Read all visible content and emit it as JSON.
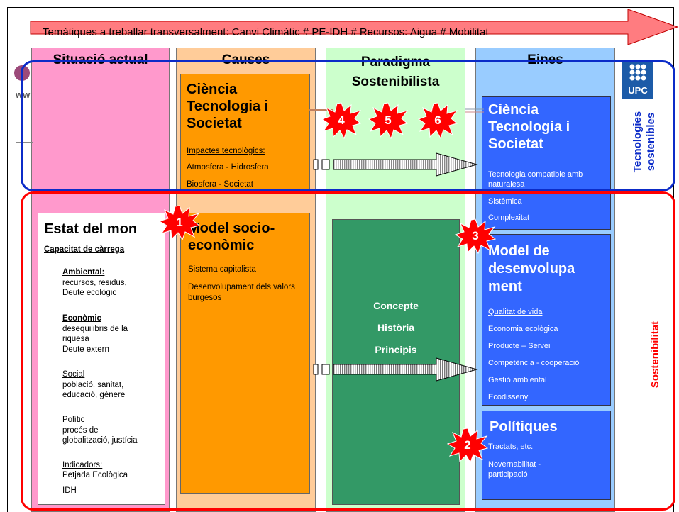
{
  "banner": "Temàtiques a treballar transversalment: Canvi Climàtic # PE-IDH # Recursos: Aigua # Mobilitat",
  "columns": {
    "situacio": "Situació actual",
    "causes": "Causes",
    "paradigma": [
      "Paradigma",
      "Sostenibilista"
    ],
    "eines": "Eines"
  },
  "logo": {
    "text": "UPC",
    "partial_text": "ww"
  },
  "side_labels": {
    "tecnologies": [
      "Tecnologies",
      "sostenibles"
    ],
    "sostenibilitat": "Sostenibilitat"
  },
  "causes_cts": {
    "title": [
      "Ciència",
      "Tecnologia i",
      "Societat"
    ],
    "subtitle": "Impactes tecnològics:",
    "items": [
      "Atmosfera - Hidrosfera",
      "Biosfera - Societat"
    ]
  },
  "causes_model": {
    "title": [
      "Model socio-",
      "econòmic"
    ],
    "items": [
      "Sistema capitalista",
      "Desenvolupament dels valors burgesos"
    ]
  },
  "estat": {
    "title": "Estat del mon",
    "capacitat": "Capacitat de càrrega",
    "groups": [
      {
        "head": "Ambiental:",
        "lines": [
          "recursos, residus,",
          "Deute ecològic"
        ],
        "bold": true
      },
      {
        "head": "Econòmic",
        "lines": [
          "desequilibris de la",
          "riquesa",
          "Deute extern"
        ],
        "bold": true
      },
      {
        "head": "Social",
        "lines": [
          "població, sanitat,",
          "educació, gènere"
        ],
        "bold": false
      },
      {
        "head": "Polític",
        "lines": [
          "procés de",
          "globalització, justícia"
        ],
        "bold": false
      },
      {
        "head": "Indicadors:",
        "lines": [
          "Petjada Ecològica",
          "IDH"
        ],
        "bold": false
      }
    ]
  },
  "paradigma_box": [
    "Concepte",
    "Història",
    "Principis"
  ],
  "eines_cts": {
    "title": [
      "Ciència",
      "Tecnologia i",
      "Societat"
    ],
    "items": [
      "Tecnologia compatible amb naturalesa",
      "Sistèmica",
      "Complexitat"
    ]
  },
  "eines_model": {
    "title": [
      "Model de",
      "desenvolupa",
      "ment"
    ],
    "subtitle": "Qualitat de vida",
    "items": [
      "Economia ecològica",
      "Producte – Servei",
      "Competència - cooperació",
      "Gestió ambiental",
      "Ecodisseny"
    ]
  },
  "eines_politiques": {
    "title": "Polítiques",
    "items": [
      "Tractats, etc.",
      "Novernabilitat - participació"
    ]
  },
  "bursts": [
    "1",
    "2",
    "3",
    "4",
    "5",
    "6"
  ],
  "colors": {
    "pink": "#FF99CC",
    "orange": "#FF9900",
    "orange_light": "#FFCC99",
    "green_light": "#CCFFCC",
    "green_dark": "#339966",
    "blue": "#3366FF",
    "blue_light": "#99CCFF",
    "red": "#FF0000",
    "burst": "#FF0000"
  }
}
